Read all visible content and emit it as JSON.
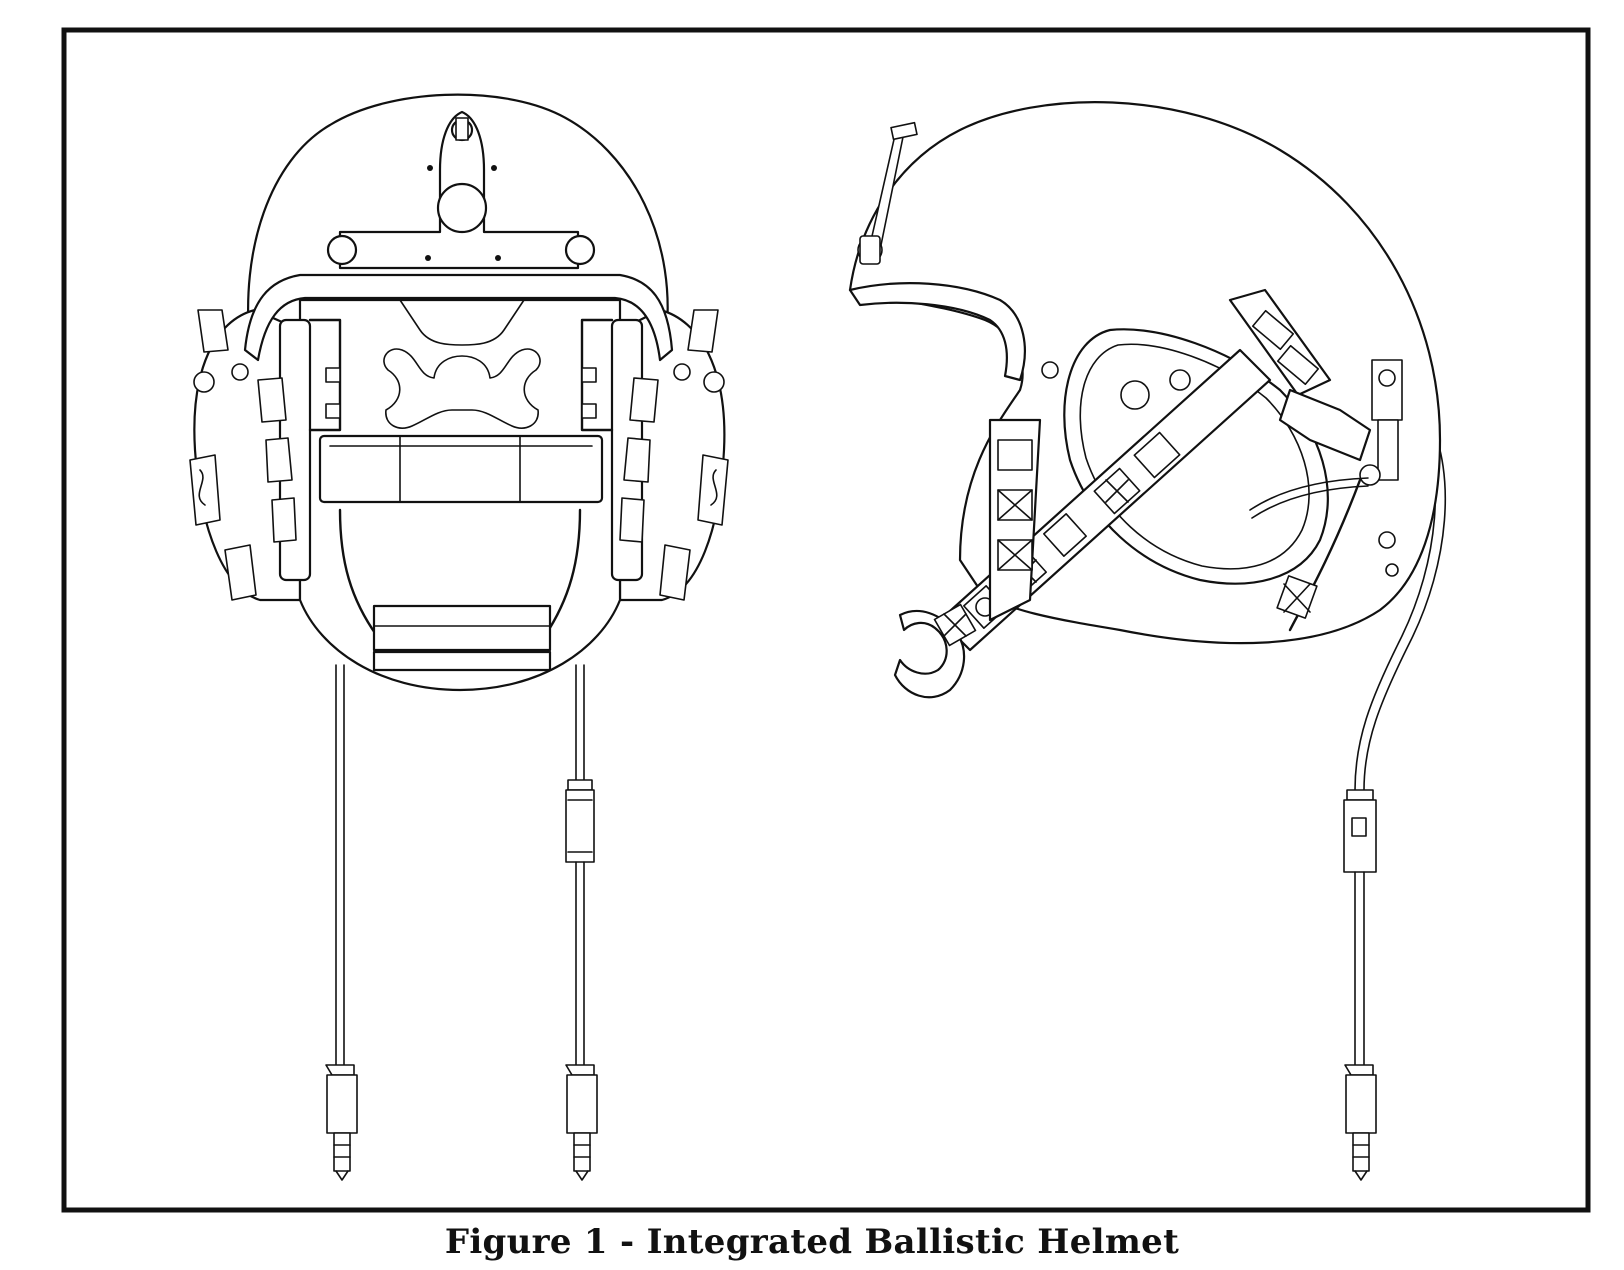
{
  "figure": {
    "caption": "Figure 1 - Integrated Ballistic Helmet"
  },
  "colors": {
    "line": "#111111",
    "background": "#ffffff"
  },
  "views": [
    {
      "id": "front",
      "icon": "helmet-front-view-icon"
    },
    {
      "id": "side",
      "icon": "helmet-side-view-icon"
    }
  ]
}
